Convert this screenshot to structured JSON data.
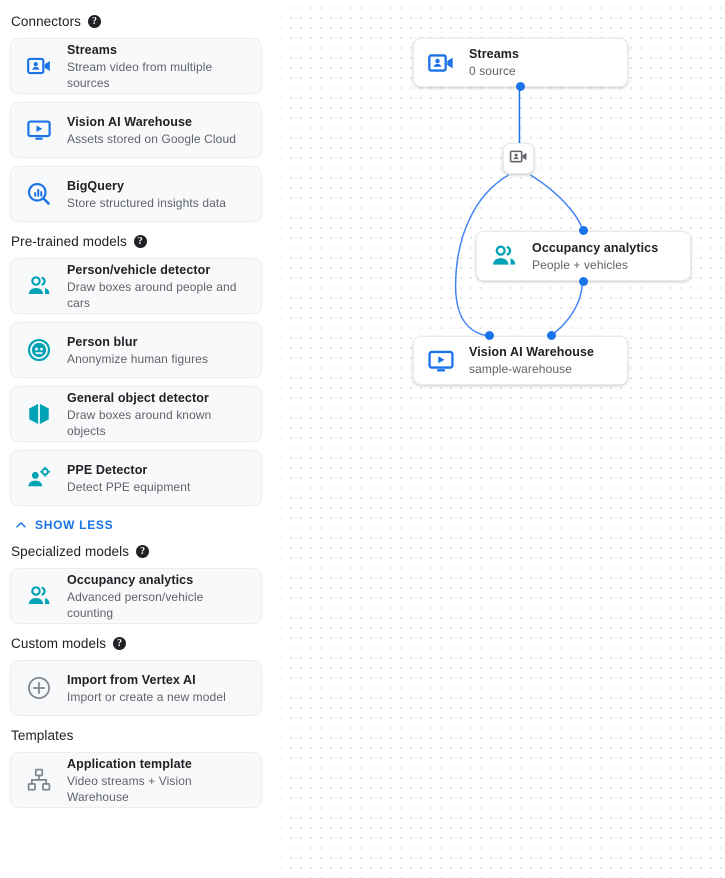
{
  "sidebar": {
    "sections": [
      {
        "id": "connectors",
        "title": "Connectors",
        "has_help": true,
        "help_glyph": "?",
        "items": [
          {
            "icon": "video-camera-person-icon",
            "title": "Streams",
            "subtitle": "Stream video from multiple sources"
          },
          {
            "icon": "monitor-play-icon",
            "title": "Vision AI Warehouse",
            "subtitle": "Assets stored on Google Cloud"
          },
          {
            "icon": "bigquery-magnifier-icon",
            "title": "BigQuery",
            "subtitle": "Store structured insights data"
          }
        ]
      },
      {
        "id": "pre-trained-models",
        "title": "Pre-trained models",
        "has_help": true,
        "help_glyph": "?",
        "items": [
          {
            "icon": "person-vehicle-icon",
            "title": "Person/vehicle detector",
            "subtitle": "Draw boxes around people and cars"
          },
          {
            "icon": "person-blur-icon",
            "title": "Person blur",
            "subtitle": "Anonymize human figures"
          },
          {
            "icon": "cube-object-icon",
            "title": "General object detector",
            "subtitle": "Draw boxes around known objects"
          },
          {
            "icon": "ppe-detector-icon",
            "title": "PPE Detector",
            "subtitle": "Detect PPE equipment"
          }
        ],
        "show_less_label": "SHOW LESS"
      },
      {
        "id": "specialized-models",
        "title": "Specialized models",
        "has_help": true,
        "help_glyph": "?",
        "items": [
          {
            "icon": "occupancy-people-icon",
            "title": "Occupancy analytics",
            "subtitle": "Advanced person/vehicle counting"
          }
        ]
      },
      {
        "id": "custom-models",
        "title": "Custom models",
        "has_help": true,
        "help_glyph": "?",
        "items": [
          {
            "icon": "plus-circle-icon",
            "title": "Import from Vertex AI",
            "subtitle": "Import or create a new model"
          }
        ]
      },
      {
        "id": "templates",
        "title": "Templates",
        "has_help": false,
        "help_glyph": "",
        "items": [
          {
            "icon": "hierarchy-template-icon",
            "title": "Application template",
            "subtitle": "Video streams + Vision Warehouse"
          }
        ]
      }
    ]
  },
  "canvas": {
    "nodes": [
      {
        "id": "streams",
        "icon": "video-camera-person-icon",
        "title": "Streams",
        "subtitle": "0 source"
      },
      {
        "id": "occupancy",
        "icon": "occupancy-people-icon",
        "title": "Occupancy analytics",
        "subtitle": "People + vehicles"
      },
      {
        "id": "warehouse",
        "icon": "monitor-play-icon",
        "title": "Vision AI Warehouse",
        "subtitle": "sample-warehouse"
      }
    ],
    "badge_node": {
      "icon": "video-camera-person-icon"
    }
  },
  "colors": {
    "blue": "#1a73e8",
    "teal": "#00a3b5",
    "grey_icon": "#80868b",
    "text_primary": "#202124",
    "text_secondary": "#5f6368",
    "card_bg": "#f8f9fa",
    "grid_dot": "#dadce0"
  }
}
